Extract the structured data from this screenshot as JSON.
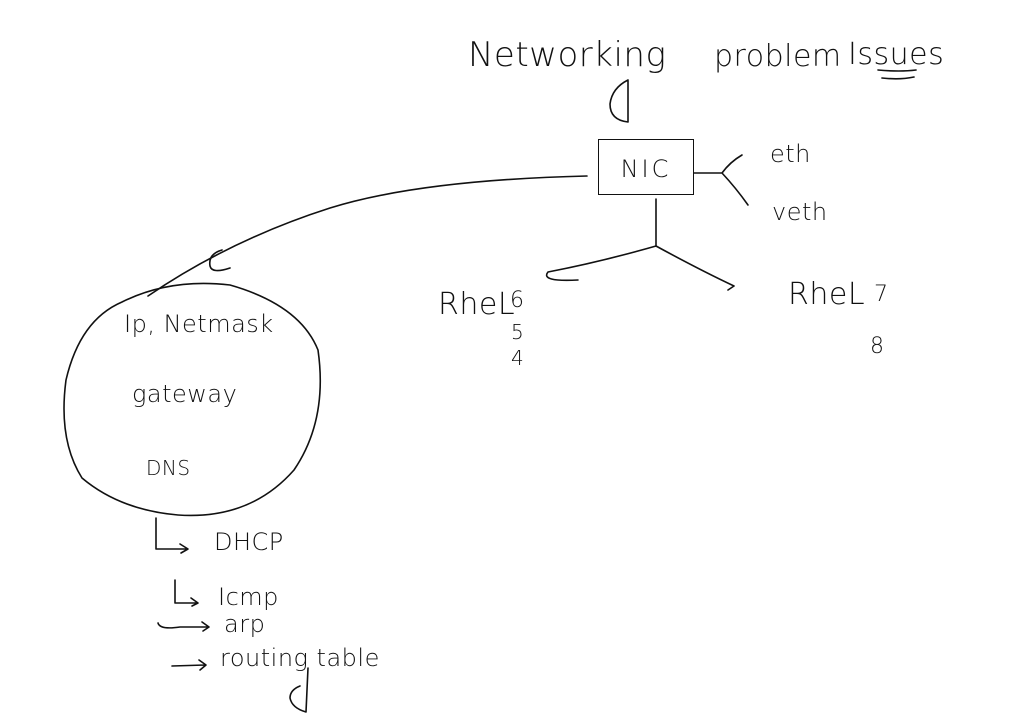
{
  "title": {
    "word1": "Networking",
    "word2": "problem",
    "word3": "Issues"
  },
  "nic": {
    "label": "NIC",
    "iface1": "eth",
    "iface2": "veth"
  },
  "rhel": {
    "left_label": "RheL",
    "left_versions": [
      "6",
      "5",
      "4"
    ],
    "right_label": "RheL",
    "right_versions": [
      "7",
      "8"
    ]
  },
  "circle": {
    "line1": "Ip, Netmask",
    "line2": "gateway",
    "line3": "DNS"
  },
  "list": {
    "item1": "DHCP",
    "item2": "Icmp",
    "item3": "arp",
    "item4": "routing table"
  }
}
